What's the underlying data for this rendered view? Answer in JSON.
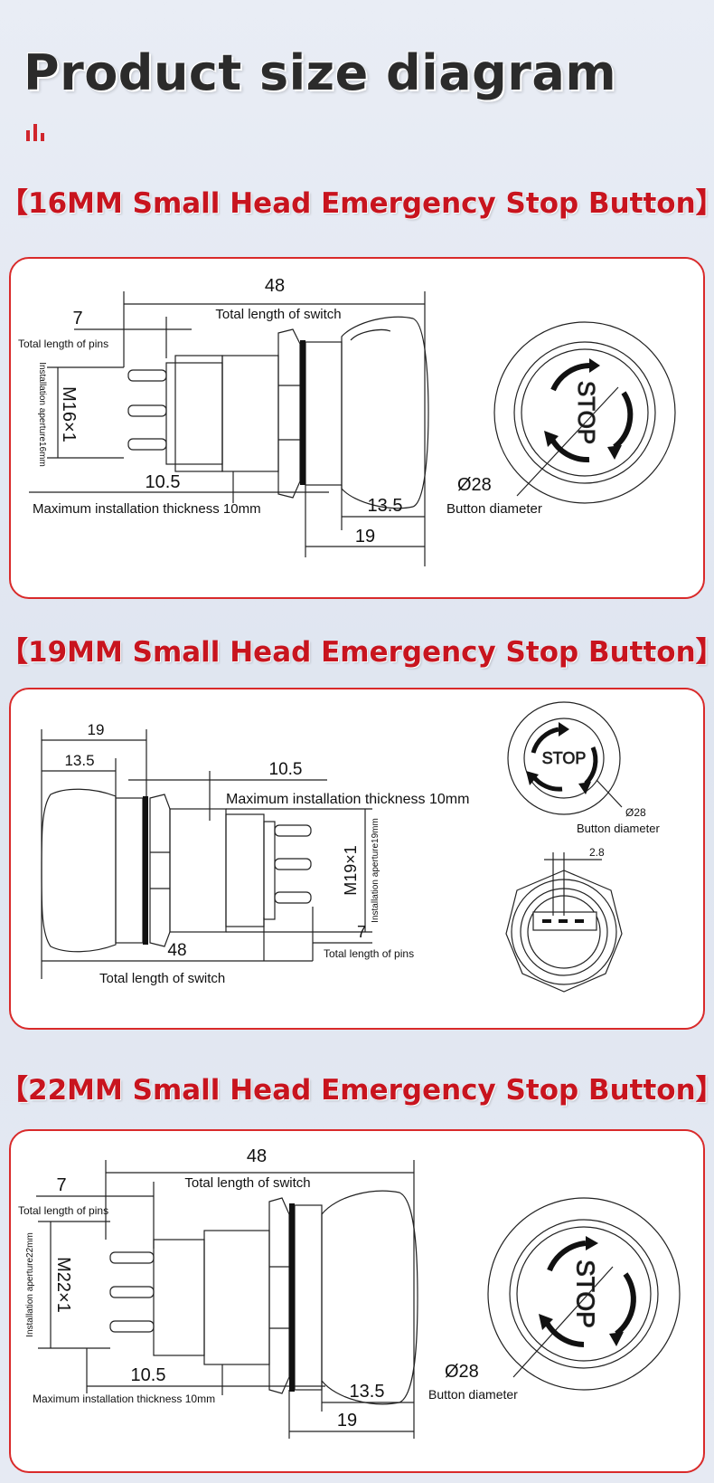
{
  "page": {
    "title": "Product size diagram",
    "accent_color": "#c8141e",
    "icon": "bar-chart-icon"
  },
  "sections": [
    {
      "heading": "【16MM Small Head Emergency Stop Button】",
      "dims": {
        "total_length": "48",
        "total_length_label": "Total length of switch",
        "pins_length": "7",
        "pins_label": "Total length of pins",
        "thread": "M16×1",
        "aperture_label": "Installation aperture16mm",
        "thickness": "10.5",
        "thickness_label": "Maximum installation thickness 10mm",
        "head_a": "13.5",
        "head_b": "19",
        "diameter": "Ø28",
        "diameter_label": "Button diameter",
        "stop_text": "STOP"
      }
    },
    {
      "heading": "【19MM Small Head Emergency Stop Button】",
      "dims": {
        "head_b": "19",
        "head_a": "13.5",
        "thickness": "10.5",
        "thickness_label": "Maximum installation thickness 10mm",
        "thread": "M19×1",
        "aperture_label": "Installation aperture19mm",
        "pins_length": "7",
        "pins_label": "Total length of pins",
        "total_length": "48",
        "total_length_label": "Total length of switch",
        "diameter": "Ø28",
        "diameter_label": "Button diameter",
        "pin_width": "2.8",
        "stop_text": "STOP"
      }
    },
    {
      "heading": "【22MM Small Head Emergency Stop Button】",
      "dims": {
        "total_length": "48",
        "total_length_label": "Total length of switch",
        "pins_length": "7",
        "pins_label": "Total length of pins",
        "thread": "M22×1",
        "aperture_label": "Installation aperture22mm",
        "thickness": "10.5",
        "thickness_label": "Maximum installation thickness 10mm",
        "head_a": "13.5",
        "head_b": "19",
        "diameter": "Ø28",
        "diameter_label": "Button diameter",
        "stop_text": "STOP"
      }
    }
  ]
}
